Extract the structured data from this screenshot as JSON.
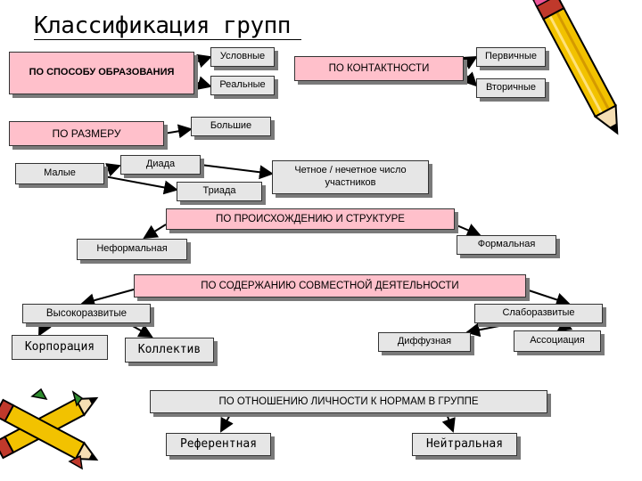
{
  "title": "Классификация групп",
  "nodes": {
    "po_sposobu": "ПО СПОСОБУ ОБРАЗОВАНИЯ",
    "uslovnye": "Условные",
    "realnye": "Реальные",
    "po_kontaktnosti": "ПО КОНТАКТНОСТИ",
    "pervichnye": "Первичные",
    "vtorichnye": "Вторичные",
    "po_razmeru": "ПО РАЗМЕРУ",
    "bolshie": "Большие",
    "malye": "Малые",
    "diada": "Диада",
    "triada": "Триада",
    "chetnoe": "Четное / нечетное число участников",
    "po_proiskhozhdeniyu": "ПО ПРОИСХОЖДЕНИЮ И СТРУКТУРЕ",
    "neformalnaya": "Неформальная",
    "formalnaya": "Формальная",
    "po_soderzhaniyu": "ПО СОДЕРЖАНИЮ СОВМЕСТНОЙ ДЕЯТЕЛЬНОСТИ",
    "vysokorazvitye": "Высокоразвитые",
    "slaborazvitye": "Слаборазвитые",
    "korporatsiya": "Корпорация",
    "kollektiv": "Коллектив",
    "diffuznaya": "Диффузная",
    "assotsiatsiya": "Ассоциация",
    "po_otnosheniyu": "ПО ОТНОШЕНИЮ ЛИЧНОСТИ К НОРМАМ В ГРУППЕ",
    "referentnaya": "Референтная",
    "neytralnaya": "Нейтральная"
  },
  "colors": {
    "category_fill": "#ffc0cb",
    "leaf_fill": "#e6e6e6",
    "shadow": "#7a7a7a",
    "pencil_yellow": "#f2c200",
    "pencil_red": "#c0392b"
  },
  "icons": [
    "pencil-icon",
    "crossed-pencils-icon"
  ]
}
